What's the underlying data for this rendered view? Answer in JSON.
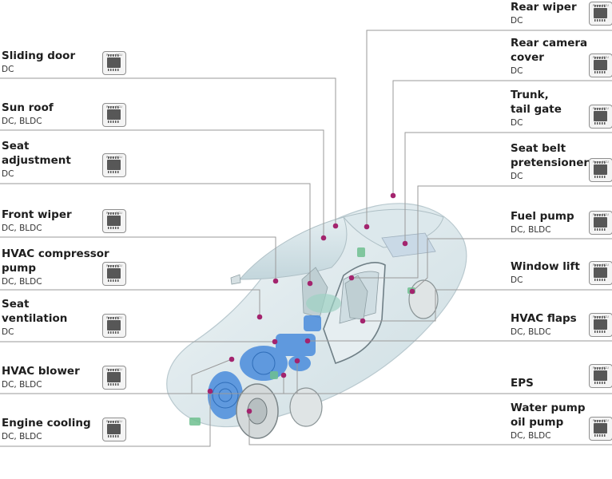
{
  "chip_label": "Power MCU",
  "colors": {
    "leader": "#9a9a9a",
    "dot": "#a3246e",
    "highlight": "#3f82d6",
    "car_glass": "#d8e6ea"
  },
  "applications": [
    {
      "id": "rear-wiper",
      "title": "Rear wiper",
      "sub": "DC"
    },
    {
      "id": "sliding-door",
      "title": "Sliding door",
      "sub": "DC"
    },
    {
      "id": "rear-camera-cover",
      "title": "Rear camera\ncover",
      "sub": "DC"
    },
    {
      "id": "sun-roof",
      "title": "Sun roof",
      "sub": "DC, BLDC"
    },
    {
      "id": "trunk-tail-gate",
      "title": "Trunk,\ntail gate",
      "sub": "DC"
    },
    {
      "id": "seat-adjustment",
      "title": "Seat\nadjustment",
      "sub": "DC"
    },
    {
      "id": "seat-belt-pretensioner",
      "title": "Seat belt\npretensioner",
      "sub": "DC"
    },
    {
      "id": "front-wiper",
      "title": "Front wiper",
      "sub": "DC, BLDC"
    },
    {
      "id": "fuel-pump",
      "title": "Fuel pump",
      "sub": "DC, BLDC"
    },
    {
      "id": "hvac-compressor-pump",
      "title": "HVAC compressor\npump",
      "sub": "DC, BLDC"
    },
    {
      "id": "window-lift",
      "title": "Window lift",
      "sub": "DC"
    },
    {
      "id": "seat-ventilation",
      "title": "Seat\nventilation",
      "sub": "DC"
    },
    {
      "id": "hvac-flaps",
      "title": "HVAC flaps",
      "sub": "DC, BLDC"
    },
    {
      "id": "hvac-blower",
      "title": "HVAC blower",
      "sub": "DC, BLDC"
    },
    {
      "id": "eps",
      "title": "EPS",
      "sub": ""
    },
    {
      "id": "engine-cooling",
      "title": "Engine cooling",
      "sub": "DC, BLDC"
    },
    {
      "id": "water-pump-oil-pump",
      "title": "Water pump\noil pump",
      "sub": "DC, BLDC"
    }
  ]
}
